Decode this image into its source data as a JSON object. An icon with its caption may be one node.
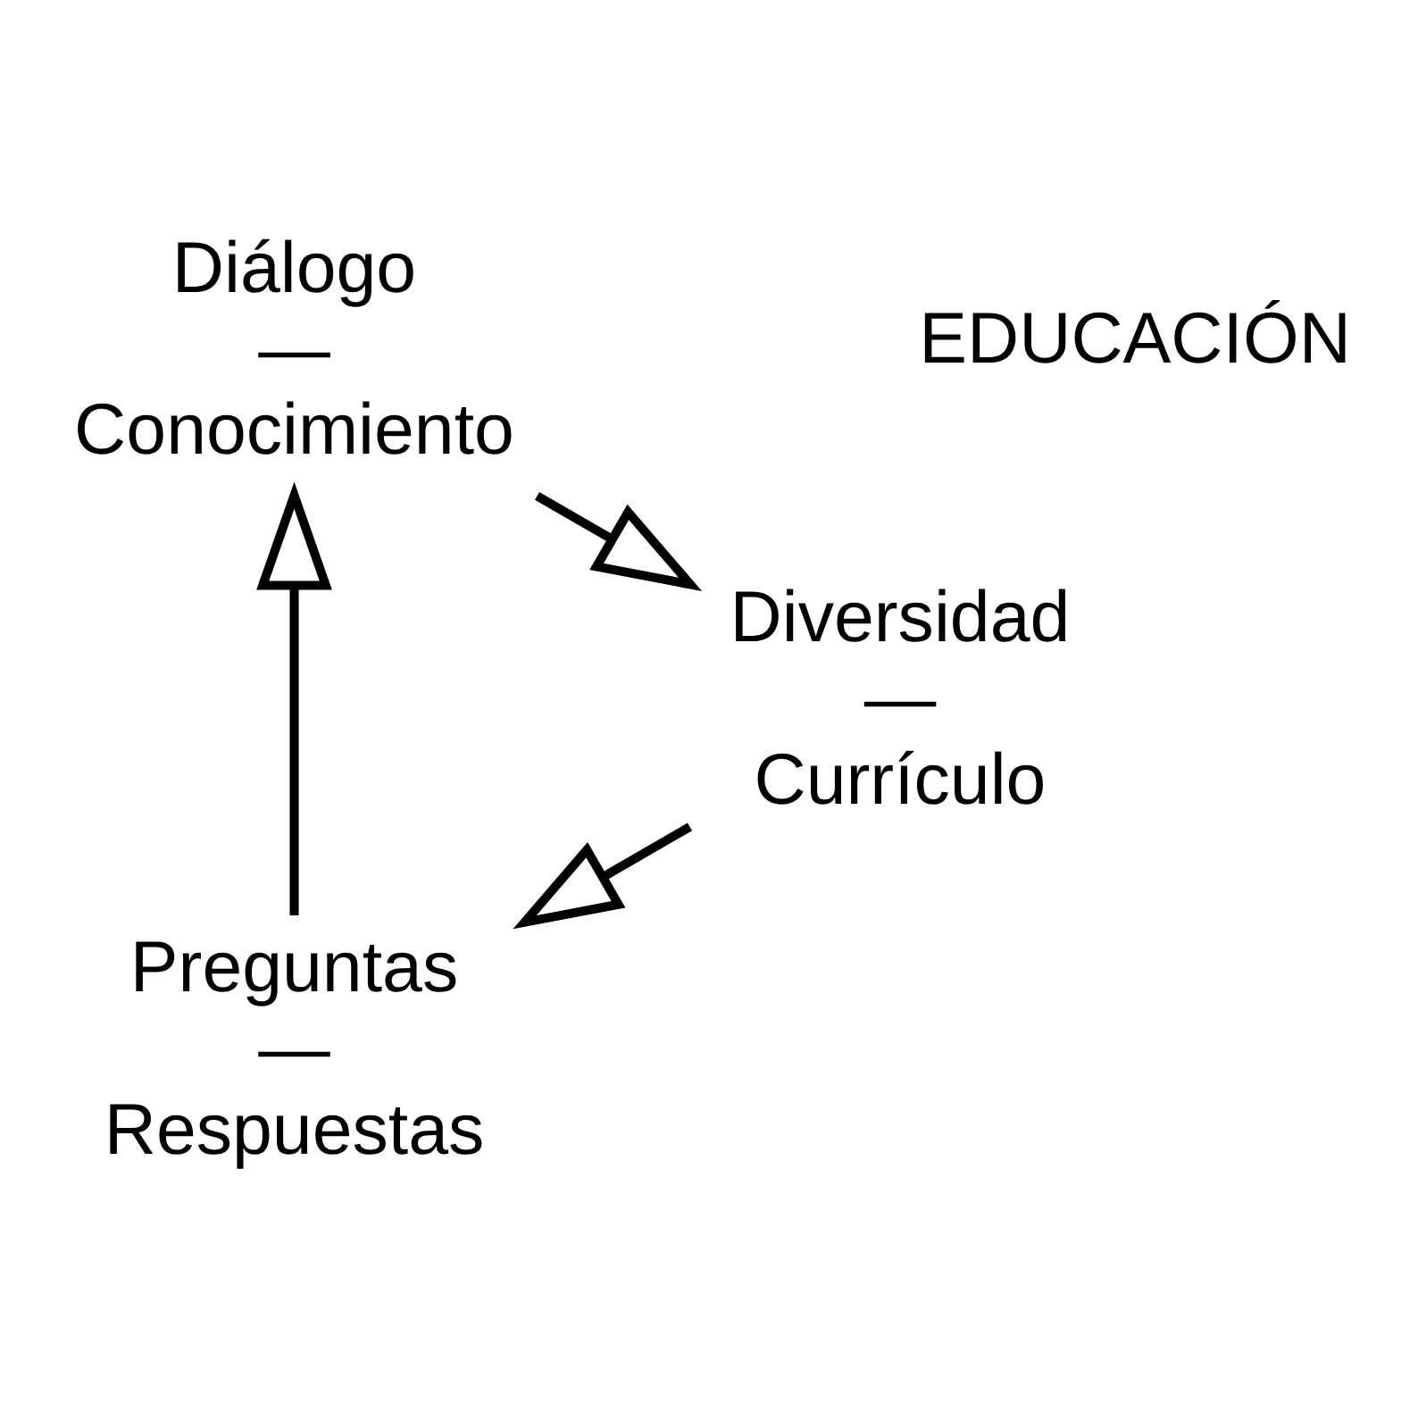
{
  "diagram": {
    "nodes": [
      {
        "text": [
          "Preguntas — Respuestas"
        ]
      },
      {
        "text": [
          "Diálogo — Conocimiento"
        ]
      },
      {
        "text": [
          "Diversidad — Currículo"
        ]
      }
    ],
    "edges": [
      {
        "from": 0,
        "to": 1,
        "arrow": "to"
      },
      {
        "from": 1,
        "to": 2,
        "arrow": "to"
      },
      {
        "from": 2,
        "to": 0,
        "arrow": "to"
      }
    ],
    "labels": [
      "EDUCACIÓN"
    ]
  }
}
